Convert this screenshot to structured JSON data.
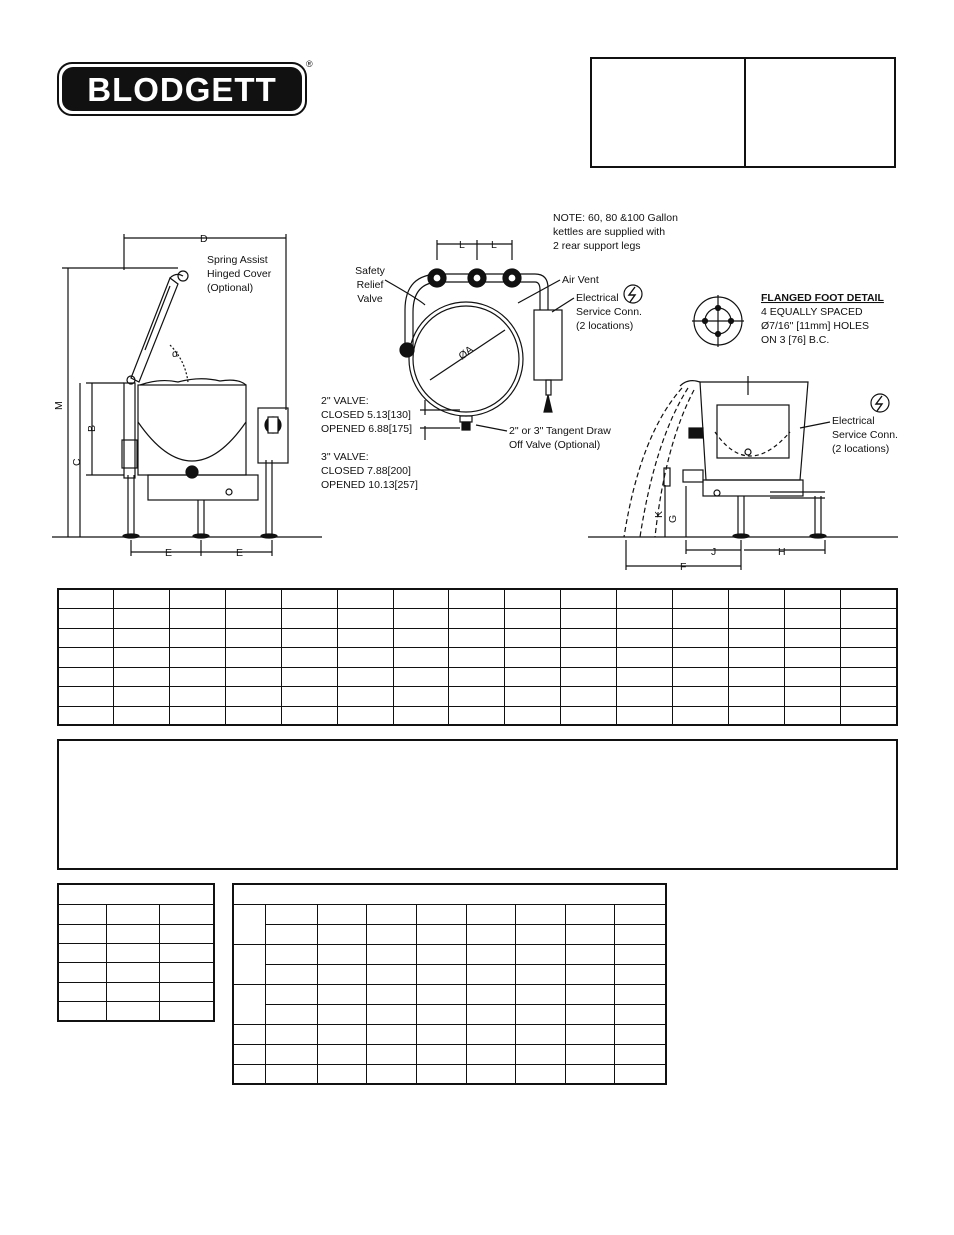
{
  "brand": {
    "name": "BLODGETT",
    "registered": "®"
  },
  "labels": {
    "dim_d": "D",
    "spring_assist": [
      "Spring Assist",
      "Hinged Cover",
      "(Optional)"
    ],
    "angle": "α",
    "dim_m": "M",
    "dim_b": "B",
    "dim_c": "C",
    "dim_e1": "E",
    "dim_e2": "E",
    "safety_relief": [
      "Safety",
      "Relief",
      "Valve"
    ],
    "dim_l1": "L",
    "dim_l2": "L",
    "note": [
      "NOTE: 60, 80 &100 Gallon",
      "kettles are supplied with",
      "2 rear support legs"
    ],
    "air_vent": "Air Vent",
    "electrical_top": [
      "Electrical",
      "Service Conn.",
      "(2 locations)"
    ],
    "dim_a": "ØA",
    "valve_2in": [
      "2\" VALVE:",
      "CLOSED 5.13[130]",
      "OPENED 6.88[175]"
    ],
    "valve_3in": [
      "3\" VALVE:",
      "CLOSED 7.88[200]",
      "OPENED 10.13[257]"
    ],
    "tangent_draw": [
      "2\" or 3\" Tangent Draw",
      "Off Valve (Optional)"
    ],
    "flanged_foot_title": "FLANGED FOOT DETAIL",
    "flanged_foot": [
      "4 EQUALLY SPACED",
      "Ø7/16\" [11mm] HOLES",
      "ON 3 [76] B.C."
    ],
    "electrical_side": [
      "Electrical",
      "Service Conn.",
      "(2 locations)"
    ],
    "dim_k": "K",
    "dim_g": "G",
    "dim_j": "J",
    "dim_h": "H",
    "dim_f": "F"
  },
  "tables": {
    "dimensions": {
      "rows": 7,
      "cols": 15
    },
    "small_left": {
      "rows": 7,
      "cols": 3
    },
    "electrical": {
      "cols": 9,
      "rows": 10
    }
  }
}
